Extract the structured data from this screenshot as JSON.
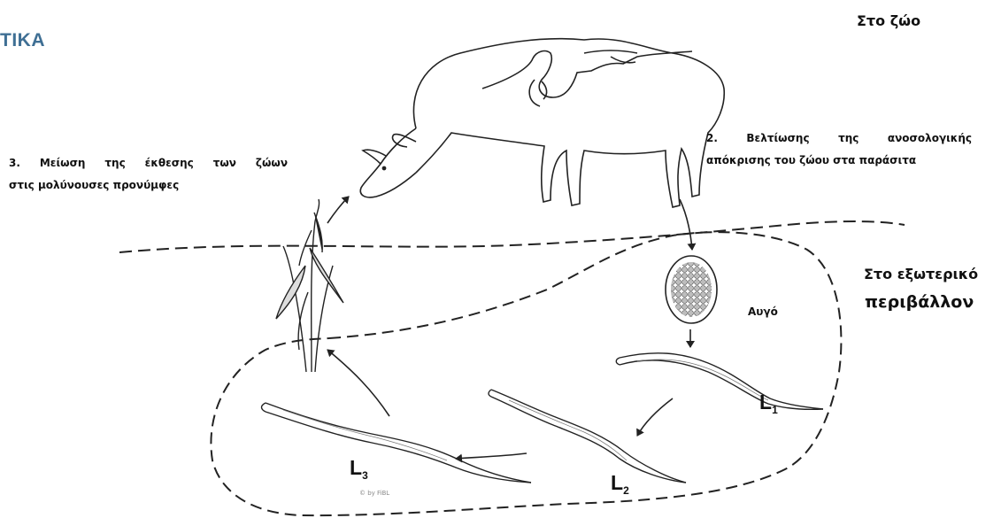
{
  "corner_fragment": "TIKA",
  "headings": {
    "animal": "Στο ζώο",
    "environment_line1": "Στο εξωτερικό",
    "environment_line2": "περιβάλλον"
  },
  "notes": {
    "reduce_exposure": {
      "number": "3.",
      "line1": "Μείωση της έκθεσης των ζώων",
      "line2": "στις μολύνουσες προνύμφες"
    },
    "improve_immunity": {
      "number": "2.",
      "line1": "Βελτίωσης της ανοσολογικής",
      "line2": "απόκρισης του ζώου στα παράσιτα"
    }
  },
  "labels": {
    "egg": "Αυγό",
    "L1_letter": "L",
    "L1_sub": "1",
    "L2_letter": "L",
    "L2_sub": "2",
    "L3_letter": "L",
    "L3_sub": "3",
    "credit": "© by FiBL"
  }
}
